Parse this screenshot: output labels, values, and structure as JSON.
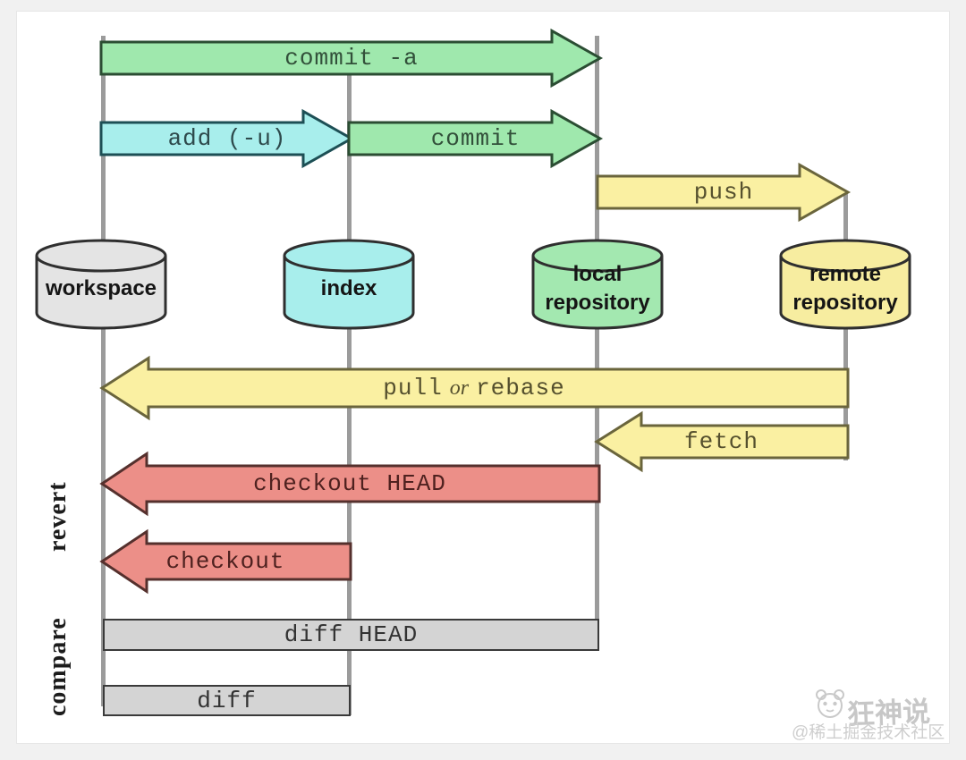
{
  "page": {
    "background": "#f1f1f1",
    "panel_background": "#ffffff"
  },
  "colors": {
    "green_fill": "#9fe8ad",
    "green_border": "#2b4d33",
    "green_text": "#32503a",
    "cyan_fill": "#a8eeec",
    "cyan_border": "#1d4f55",
    "cyan_text": "#2e4a4c",
    "yellow_fill": "#faf0a2",
    "yellow_border": "#6a653c",
    "yellow_text": "#55502e",
    "red_fill": "#ec8f88",
    "red_border": "#55302d",
    "red_text": "#4e211f",
    "bar_fill": "#d4d4d4",
    "bar_border": "#3a3a3a",
    "bar_text": "#333333",
    "line": "#9b9b9b"
  },
  "arrows": {
    "commit_a": {
      "label": "commit -a"
    },
    "add": {
      "label": "add (-u)"
    },
    "commit": {
      "label": "commit"
    },
    "push": {
      "label": "push"
    },
    "pull": {
      "word1": "pull",
      "word2": "or",
      "word3": "rebase"
    },
    "fetch": {
      "label": "fetch"
    },
    "checkout_head": {
      "label": "checkout HEAD"
    },
    "checkout": {
      "label": "checkout"
    }
  },
  "bars": {
    "diff_head": {
      "label": "diff HEAD"
    },
    "diff": {
      "label": "diff"
    }
  },
  "stores": {
    "workspace": {
      "label": "workspace"
    },
    "index": {
      "label": "index"
    },
    "local_repository": {
      "line1": "local",
      "line2": "repository"
    },
    "remote_repository": {
      "line1": "remote",
      "line2": "repository"
    }
  },
  "side_labels": {
    "revert": "revert",
    "compare": "compare"
  },
  "watermark": {
    "brand": "狂神说",
    "community": "@稀土掘金技术社区"
  }
}
